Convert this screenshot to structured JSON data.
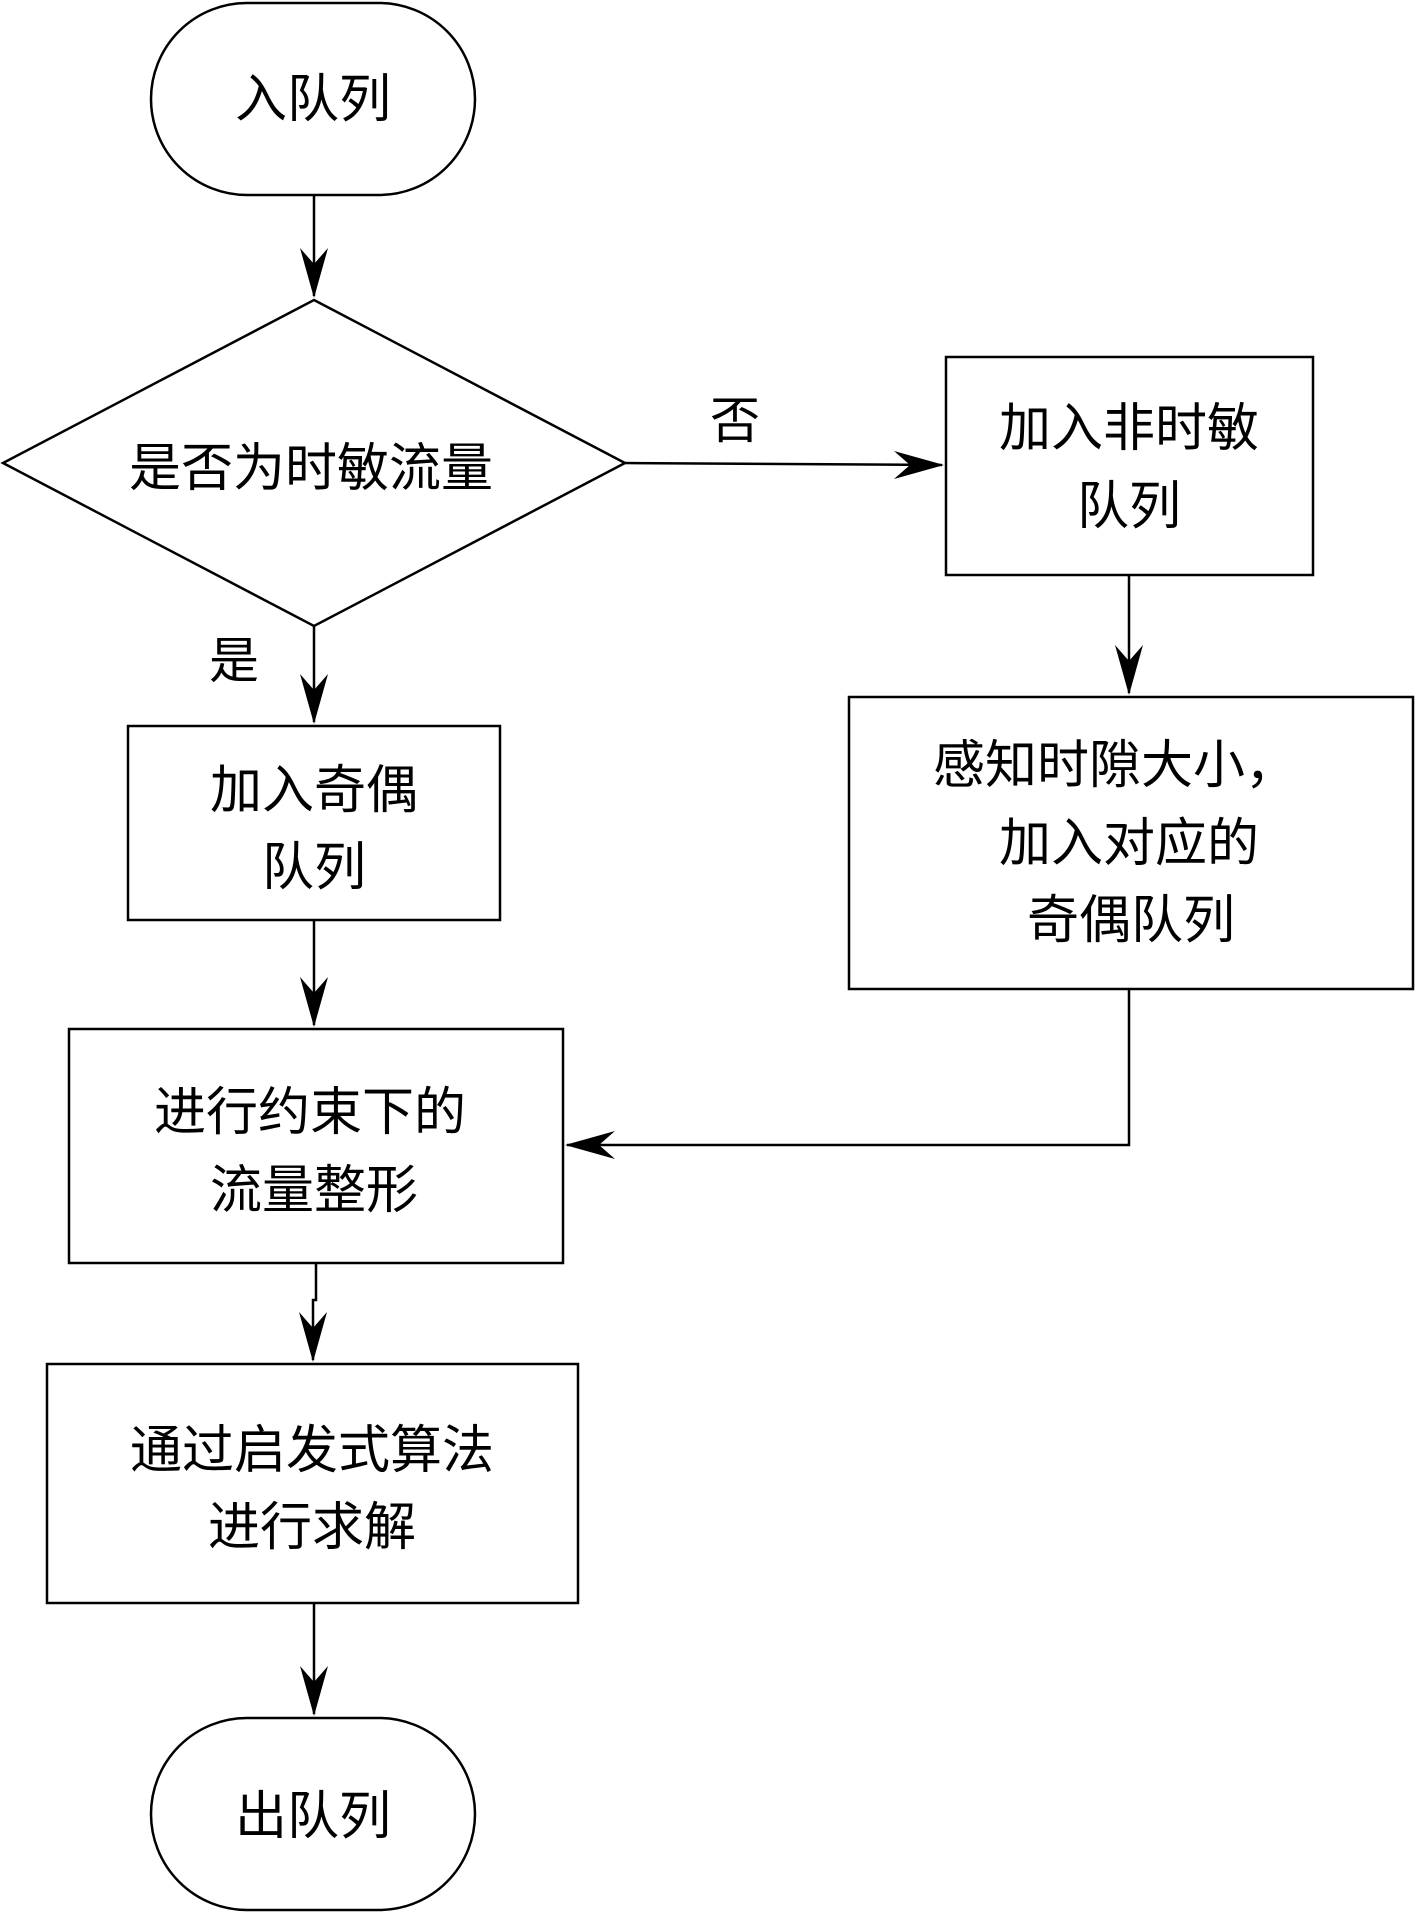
{
  "nodes": {
    "start": {
      "lines": [
        "入队列"
      ]
    },
    "decision": {
      "lines": [
        "是否为时敏流量"
      ]
    },
    "add_non_sensitive": {
      "lines": [
        "加入非时敏",
        "队列"
      ]
    },
    "add_odd_even": {
      "lines": [
        "加入奇偶",
        "队列"
      ]
    },
    "sense_slot": {
      "lines": [
        "感知时隙大小，",
        "加入对应的",
        "奇偶队列"
      ]
    },
    "shaping": {
      "lines": [
        "进行约束下的",
        "流量整形"
      ]
    },
    "heuristic": {
      "lines": [
        "通过启发式算法",
        "进行求解"
      ]
    },
    "end": {
      "lines": [
        "出队列"
      ]
    }
  },
  "edges": {
    "yes_label": "是",
    "no_label": "否"
  }
}
